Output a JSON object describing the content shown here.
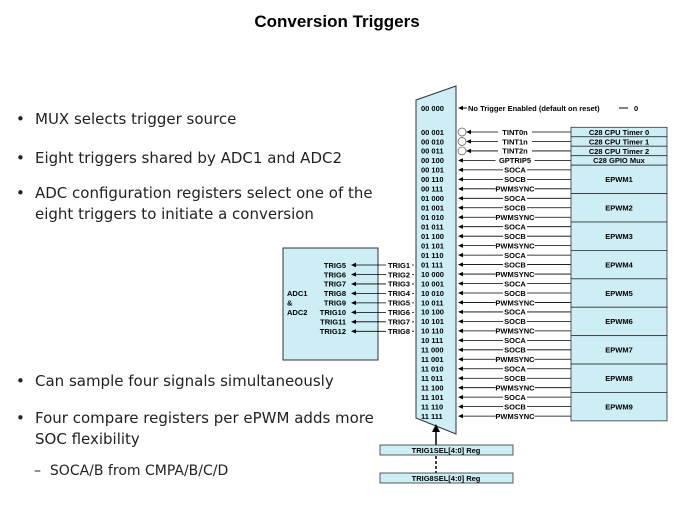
{
  "title": "Conversion Triggers",
  "bullets": [
    "MUX selects trigger source",
    "Eight triggers shared by ADC1 and ADC2",
    "ADC configuration registers select one of the eight triggers to initiate a conversion",
    "Can sample four signals simultaneously",
    "Four compare registers per ePWM adds more SOC flexibility"
  ],
  "sub_bullet": "SOCA/B from CMPA/B/C/D",
  "bullet_char": "•",
  "sub_char": "–",
  "diagram": {
    "no_trigger": {
      "code": "00 000",
      "label": "No Trigger Enabled (default on reset)",
      "value": "0"
    },
    "rows": [
      {
        "code": "00 001",
        "signal": "TINT0n"
      },
      {
        "code": "00 010",
        "signal": "TINT1n"
      },
      {
        "code": "00 011",
        "signal": "TINT2n"
      },
      {
        "code": "00 100",
        "signal": "GPTRIP5"
      },
      {
        "code": "00 101",
        "signal": "SOCA"
      },
      {
        "code": "00 110",
        "signal": "SOCB"
      },
      {
        "code": "00 111",
        "signal": "PWMSYNC"
      },
      {
        "code": "01 000",
        "signal": "SOCA"
      },
      {
        "code": "01 001",
        "signal": "SOCB"
      },
      {
        "code": "01 010",
        "signal": "PWMSYNC"
      },
      {
        "code": "01 011",
        "signal": "SOCA"
      },
      {
        "code": "01 100",
        "signal": "SOCB"
      },
      {
        "code": "01 101",
        "signal": "PWMSYNC"
      },
      {
        "code": "01 110",
        "signal": "SOCA"
      },
      {
        "code": "01 111",
        "signal": "SOCB"
      },
      {
        "code": "10 000",
        "signal": "PWMSYNC"
      },
      {
        "code": "10 001",
        "signal": "SOCA"
      },
      {
        "code": "10 010",
        "signal": "SOCB"
      },
      {
        "code": "10 011",
        "signal": "PWMSYNC"
      },
      {
        "code": "10 100",
        "signal": "SOCA"
      },
      {
        "code": "10 101",
        "signal": "SOCB"
      },
      {
        "code": "10 110",
        "signal": "PWMSYNC"
      },
      {
        "code": "10 111",
        "signal": "SOCA"
      },
      {
        "code": "11 000",
        "signal": "SOCB"
      },
      {
        "code": "11 001",
        "signal": "PWMSYNC"
      },
      {
        "code": "11 010",
        "signal": "SOCA"
      },
      {
        "code": "11 011",
        "signal": "SOCB"
      },
      {
        "code": "11 100",
        "signal": "PWMSYNC"
      },
      {
        "code": "11 101",
        "signal": "SOCA"
      },
      {
        "code": "11 110",
        "signal": "SOCB"
      },
      {
        "code": "11 111",
        "signal": "PWMSYNC"
      }
    ],
    "sources": [
      {
        "label": "C28 CPU Timer 0",
        "rows": 1
      },
      {
        "label": "C28 CPU Timer 1",
        "rows": 1
      },
      {
        "label": "C28 CPU Timer 2",
        "rows": 1
      },
      {
        "label": "C28 GPIO Mux",
        "rows": 1
      },
      {
        "label": "EPWM1",
        "rows": 3
      },
      {
        "label": "EPWM2",
        "rows": 3
      },
      {
        "label": "EPWM3",
        "rows": 3
      },
      {
        "label": "EPWM4",
        "rows": 3
      },
      {
        "label": "EPWM5",
        "rows": 3
      },
      {
        "label": "EPWM6",
        "rows": 3
      },
      {
        "label": "EPWM7",
        "rows": 3
      },
      {
        "label": "EPWM8",
        "rows": 3
      },
      {
        "label": "EPWM9",
        "rows": 3
      }
    ],
    "adc_label": [
      "ADC1",
      "&",
      "ADC2"
    ],
    "adc_triggers": [
      "TRIG5",
      "TRIG6",
      "TRIG7",
      "TRIG8",
      "TRIG9",
      "TRIG10",
      "TRIG11",
      "TRIG12"
    ],
    "mux_outputs": [
      "TRIG1",
      "TRIG2",
      "TRIG3",
      "TRIG4",
      "TRIG5",
      "TRIG6",
      "TRIG7",
      "TRIG8"
    ],
    "registers": [
      "TRIG1SEL[4:0] Reg",
      "TRIG8SEL[4:0] Reg"
    ],
    "colors": {
      "box_fill": "#cdeef5",
      "stroke": "#333333"
    }
  }
}
